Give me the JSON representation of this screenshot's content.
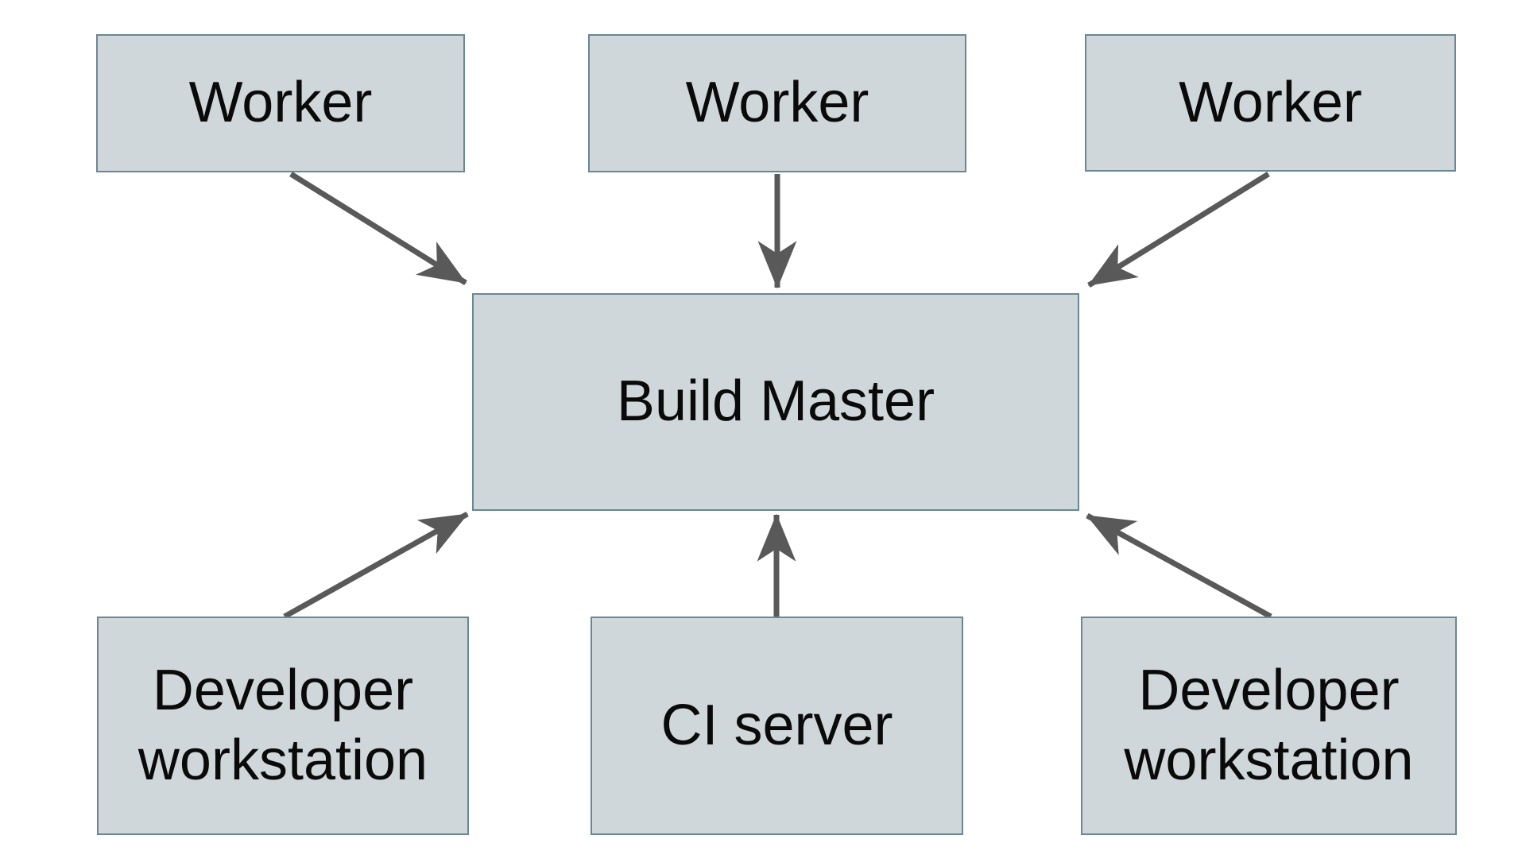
{
  "diagram": {
    "type": "architecture-diagram",
    "nodes": [
      {
        "id": "worker-1",
        "label": "Worker"
      },
      {
        "id": "worker-2",
        "label": "Worker"
      },
      {
        "id": "worker-3",
        "label": "Worker"
      },
      {
        "id": "build-master",
        "label": "Build Master"
      },
      {
        "id": "developer-workstation-1",
        "label": "Developer workstation"
      },
      {
        "id": "ci-server",
        "label": "CI server"
      },
      {
        "id": "developer-workstation-2",
        "label": "Developer workstation"
      }
    ],
    "edges": [
      {
        "from": "worker-1",
        "to": "build-master"
      },
      {
        "from": "worker-2",
        "to": "build-master"
      },
      {
        "from": "worker-3",
        "to": "build-master"
      },
      {
        "from": "developer-workstation-1",
        "to": "build-master"
      },
      {
        "from": "ci-server",
        "to": "build-master"
      },
      {
        "from": "developer-workstation-2",
        "to": "build-master"
      }
    ],
    "colors": {
      "background": "#ffffff",
      "node_fill": "#cfd7da",
      "node_border": "#6b8795",
      "arrow": "#595959",
      "text": "#0a0a0a"
    }
  }
}
